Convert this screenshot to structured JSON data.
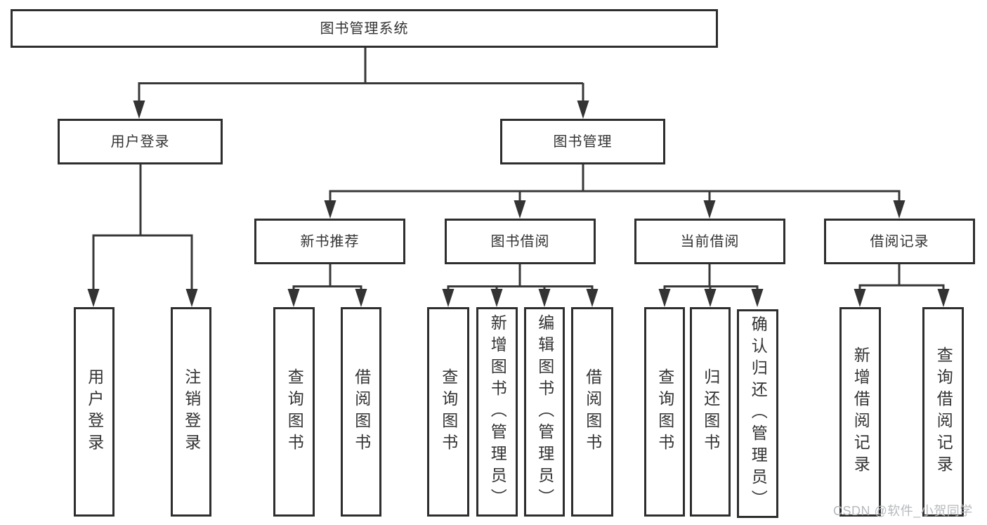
{
  "diagram": {
    "type": "hierarchy-tree",
    "title": "图书管理系统",
    "colors": {
      "background": "#ffffff",
      "line": "#383838",
      "box_border": "#2e2e2e",
      "text": "#333333",
      "watermark_text": "#b6babd"
    },
    "nodes": {
      "root": "图书管理系统",
      "user_login": "用户登录",
      "book_mgmt": "图书管理",
      "new_book_rec": "新书推荐",
      "book_borrow": "图书借阅",
      "current_borrow": "当前借阅",
      "borrow_record": "借阅记录",
      "leaf_user_login": "用户登录",
      "leaf_logout": "注销登录",
      "rec_query_book": "查询图书",
      "rec_borrow_book": "借阅图书",
      "bor_query_book": "查询图书",
      "bor_add_book": "新增图书（管理员）",
      "bor_edit_book": "编辑图书（管理员）",
      "bor_borrow_book": "借阅图书",
      "cur_query_book": "查询图书",
      "cur_return_book": "归还图书",
      "cur_confirm_return": "确认归还（管理员）",
      "log_add_record": "新增借阅记录",
      "log_query_record": "查询借阅记录"
    },
    "hierarchy": {
      "图书管理系统": {
        "用户登录": [
          "用户登录",
          "注销登录"
        ],
        "图书管理": {
          "新书推荐": [
            "查询图书",
            "借阅图书"
          ],
          "图书借阅": [
            "查询图书",
            "新增图书（管理员）",
            "编辑图书（管理员）",
            "借阅图书"
          ],
          "当前借阅": [
            "查询图书",
            "归还图书",
            "确认归还（管理员）"
          ],
          "借阅记录": [
            "新增借阅记录",
            "查询借阅记录"
          ]
        }
      }
    },
    "watermark": "CSDN @软件_小贺同学"
  }
}
